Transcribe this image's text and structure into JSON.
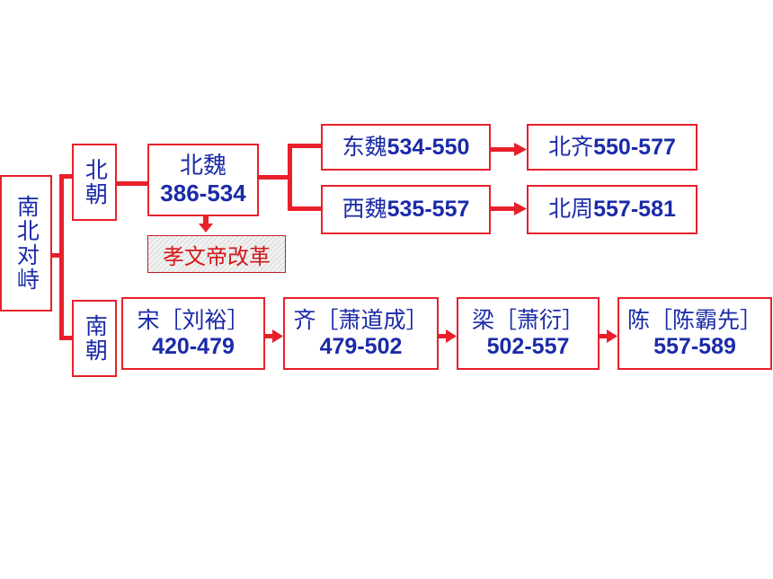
{
  "root": "南北对峙",
  "north_label": "北朝",
  "south_label": "南朝",
  "northern_wei": {
    "name": "北魏",
    "years": "386-534"
  },
  "reform": "孝文帝改革",
  "eastern_wei": {
    "name": "东魏",
    "years": "534-550"
  },
  "western_wei": {
    "name": "西魏",
    "years": "535-557"
  },
  "northern_qi": {
    "name": "北齐",
    "years": "550-577"
  },
  "northern_zhou": {
    "name": "北周",
    "years": "557-581"
  },
  "south": [
    {
      "name": "宋［刘裕］",
      "years": "420-479"
    },
    {
      "name": "齐［萧道成］",
      "years": "479-502"
    },
    {
      "name": "梁［萧衍］",
      "years": "502-557"
    },
    {
      "name": "陈［陈霸先］",
      "years": "557-589"
    }
  ],
  "colors": {
    "border": "#e8202a",
    "text": "#1a2aa8",
    "reform_text": "#d21a1a"
  }
}
